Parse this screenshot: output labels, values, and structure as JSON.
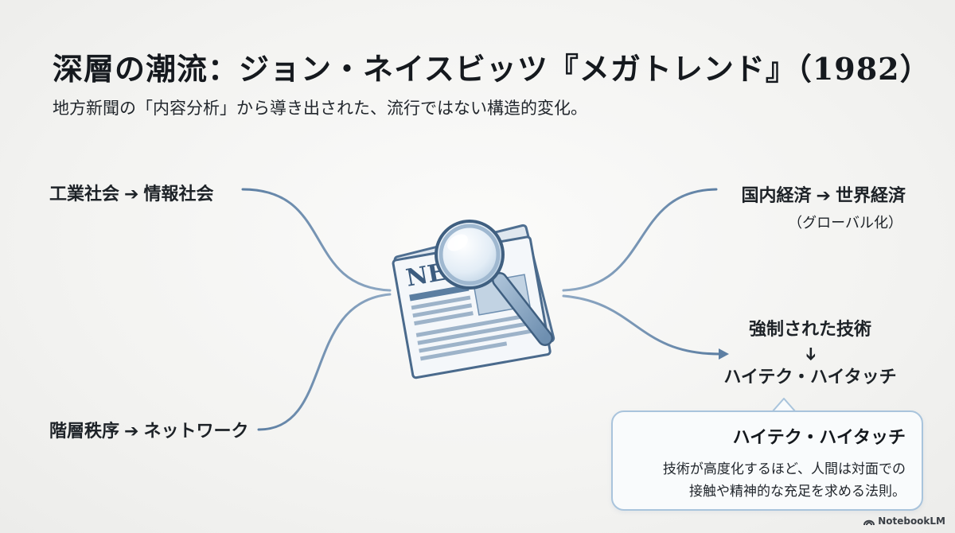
{
  "title": "深層の潮流：ジョン・ネイスビッツ『メガトレンド』（1982）",
  "subtitle": "地方新聞の「内容分析」から導き出された、流行ではない構造的変化。",
  "center_icon": "newspaper-magnifier-icon",
  "nodes": {
    "industry": {
      "from": "工業社会",
      "arrow": "➔",
      "to": "情報社会"
    },
    "hierarchy": {
      "from": "階層秩序",
      "arrow": "➔",
      "to": "ネットワーク"
    },
    "economy": {
      "from": "国内経済",
      "arrow": "➔",
      "to": "世界経済",
      "note": "（グローバル化）"
    },
    "technology": {
      "from": "強制された技術",
      "arrow": "➔",
      "to": "ハイテク・ハイタッチ"
    }
  },
  "callout": {
    "title": "ハイテク・ハイタッチ",
    "body_line1": "技術が高度化するほど、人間は対面での",
    "body_line2": "接触や精神的な充足を求める法則。"
  },
  "brand": "NotebookLM",
  "colors": {
    "curve": "#6f8eae",
    "accent_border": "#a9c4dc",
    "text": "#1b1f24"
  }
}
